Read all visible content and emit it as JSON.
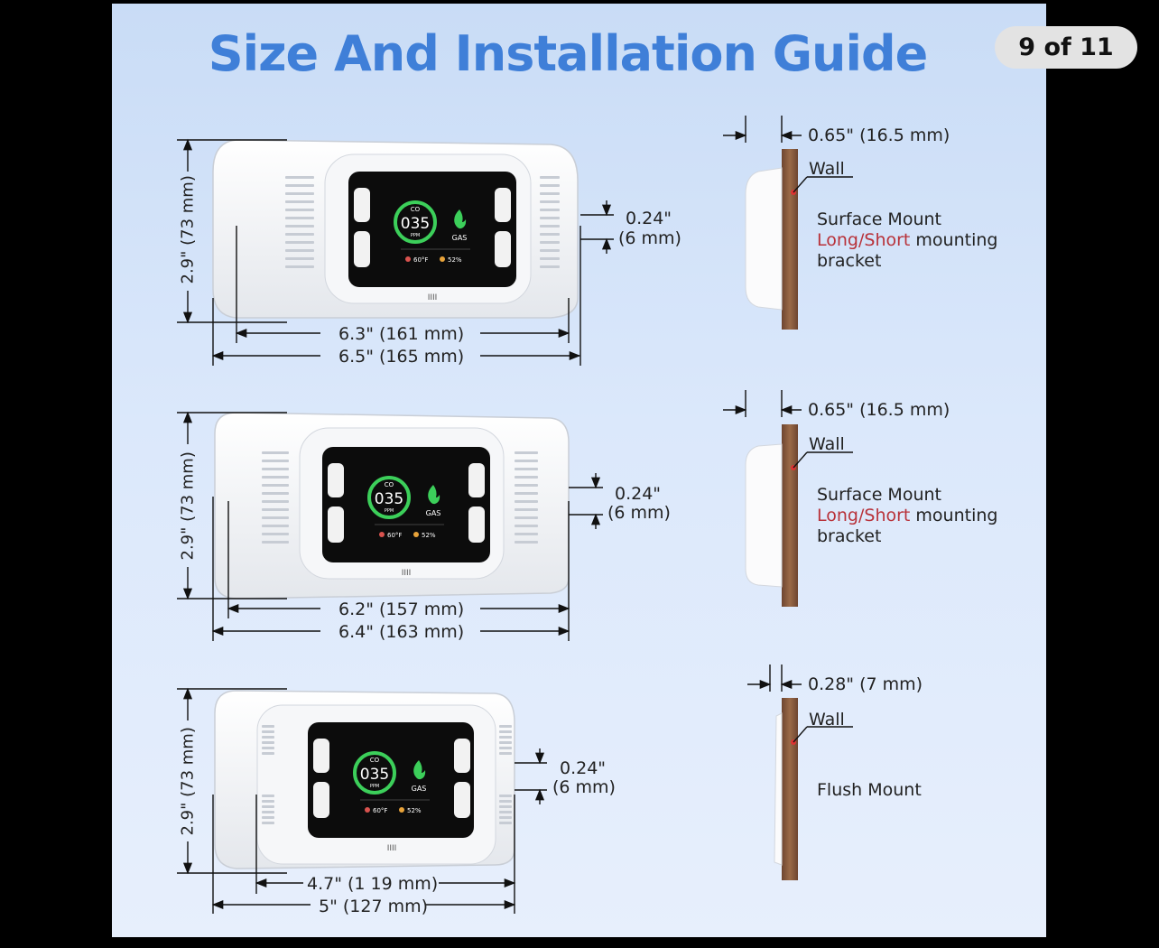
{
  "title": "Size And Installation Guide",
  "counter": "9 of 11",
  "screen": {
    "gas": "CO",
    "value": "035",
    "unit": "PPM",
    "gas_label": "GAS",
    "temp": "60°F",
    "humidity": "52%",
    "vent": "IIII"
  },
  "models": [
    {
      "height": "2.9\" (73 mm)",
      "inner_width": "6.3\" (161 mm)",
      "outer_width": "6.5\" (165 mm)",
      "thickness": "0.24\"",
      "thickness_mm": "(6 mm)",
      "depth": "0.65\" (16.5 mm)",
      "wall": "Wall",
      "mount_line1": "Surface Mount",
      "mount_red": "Long/Short",
      "mount_line2_rest": " mounting",
      "mount_line3": "bracket"
    },
    {
      "height": "2.9\" (73 mm)",
      "inner_width": "6.2\" (157 mm)",
      "outer_width": "6.4\" (163 mm)",
      "thickness": "0.24\"",
      "thickness_mm": "(6 mm)",
      "depth": "0.65\" (16.5 mm)",
      "wall": "Wall",
      "mount_line1": "Surface Mount",
      "mount_red": "Long/Short",
      "mount_line2_rest": " mounting",
      "mount_line3": "bracket"
    },
    {
      "height": "2.9\" (73 mm)",
      "inner_width": "4.7\" (1 19 mm)",
      "outer_width": "5\" (127 mm)",
      "thickness": "0.24\"",
      "thickness_mm": "(6 mm)",
      "depth": "0.28\" (7 mm)",
      "wall": "Wall",
      "mount_line1": "Flush Mount"
    }
  ],
  "colors": {
    "title": "#3f7fd8",
    "ring": "#3ccf5a",
    "flame": "#3ccf5a",
    "wall": "#8b5a3c",
    "red": "#b8323a"
  }
}
